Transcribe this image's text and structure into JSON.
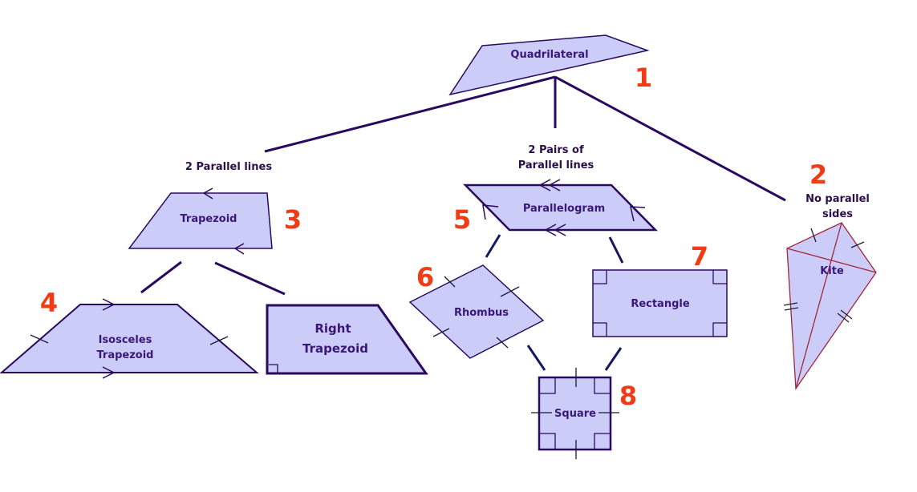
{
  "diagram": {
    "title": "Quadrilateral family tree",
    "colors": {
      "shape_fill": "#ccccf8",
      "outline": "#2a0a5e",
      "label_text": "#3a1878",
      "number_text": "#f03c14",
      "kite_outline": "#a0283c"
    },
    "nodes": {
      "quadrilateral": {
        "label": "Quadrilateral",
        "number": "1"
      },
      "kite": {
        "label": "Kite",
        "number": "2"
      },
      "trapezoid": {
        "label": "Trapezoid",
        "number": "3"
      },
      "isosceles_trapezoid": {
        "label_line1": "Isosceles",
        "label_line2": "Trapezoid",
        "number": "4"
      },
      "right_trapezoid": {
        "label_line1": "Right",
        "label_line2": "Trapezoid"
      },
      "parallelogram": {
        "label": "Parallelogram",
        "number": "5"
      },
      "rhombus": {
        "label": "Rhombus",
        "number": "6"
      },
      "rectangle": {
        "label": "Rectangle",
        "number": "7"
      },
      "square": {
        "label": "Square",
        "number": "8"
      }
    },
    "branches": {
      "left": {
        "label": "2 Parallel lines"
      },
      "middle": {
        "label_line1": "2 Pairs of",
        "label_line2": "Parallel lines"
      },
      "right": {
        "label_line1": "No parallel",
        "label_line2": "sides"
      }
    }
  }
}
